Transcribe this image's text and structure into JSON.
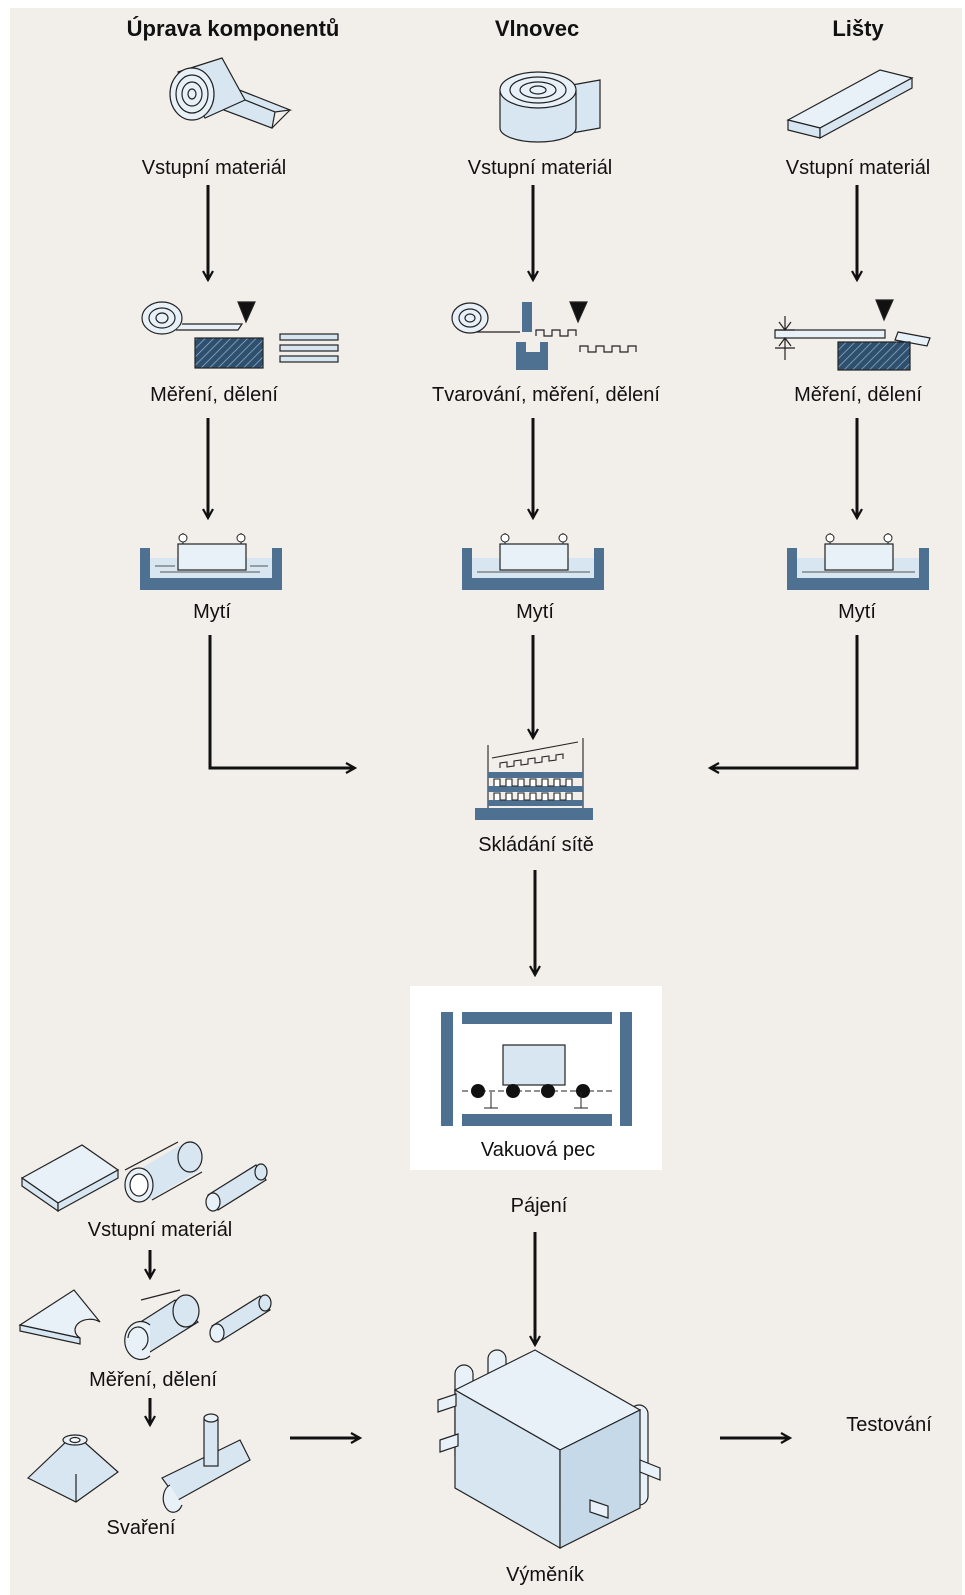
{
  "colors": {
    "background": "#f2efea",
    "fill": "#d7e6f1",
    "accent": "#4e7191",
    "stroke": "#222222"
  },
  "columns": {
    "components": {
      "title": "Úprava komponentů",
      "input": "Vstupní materiál",
      "cut": "Měření, dělení",
      "wash": "Mytí"
    },
    "bellows": {
      "title": "Vlnovec",
      "input": "Vstupní materiál",
      "form": "Tvarování, měření, dělení",
      "wash": "Mytí"
    },
    "strips": {
      "title": "Lišty",
      "input": "Vstupní materiál",
      "cut": "Měření, dělení",
      "wash": "Mytí"
    }
  },
  "center": {
    "assembly": "Skládání sítě",
    "furnace": "Vakuová pec",
    "brazing": "Pájení",
    "exchanger": "Výměník",
    "testing": "Testování"
  },
  "lower_left": {
    "input": "Vstupní materiál",
    "cut": "Měření, dělení",
    "weld": "Svaření"
  },
  "icons": [
    "coil-icon",
    "wide-coil-icon",
    "bar-icon",
    "cutting-icon",
    "forming-icon",
    "bar-cutting-icon",
    "washing-tank-icon",
    "stack-icon",
    "vacuum-furnace-icon",
    "plate-icon",
    "tube-icon",
    "rod-icon",
    "cut-plate-icon",
    "split-tube-icon",
    "cone-icon",
    "welded-nozzle-icon",
    "heat-exchanger-icon"
  ]
}
